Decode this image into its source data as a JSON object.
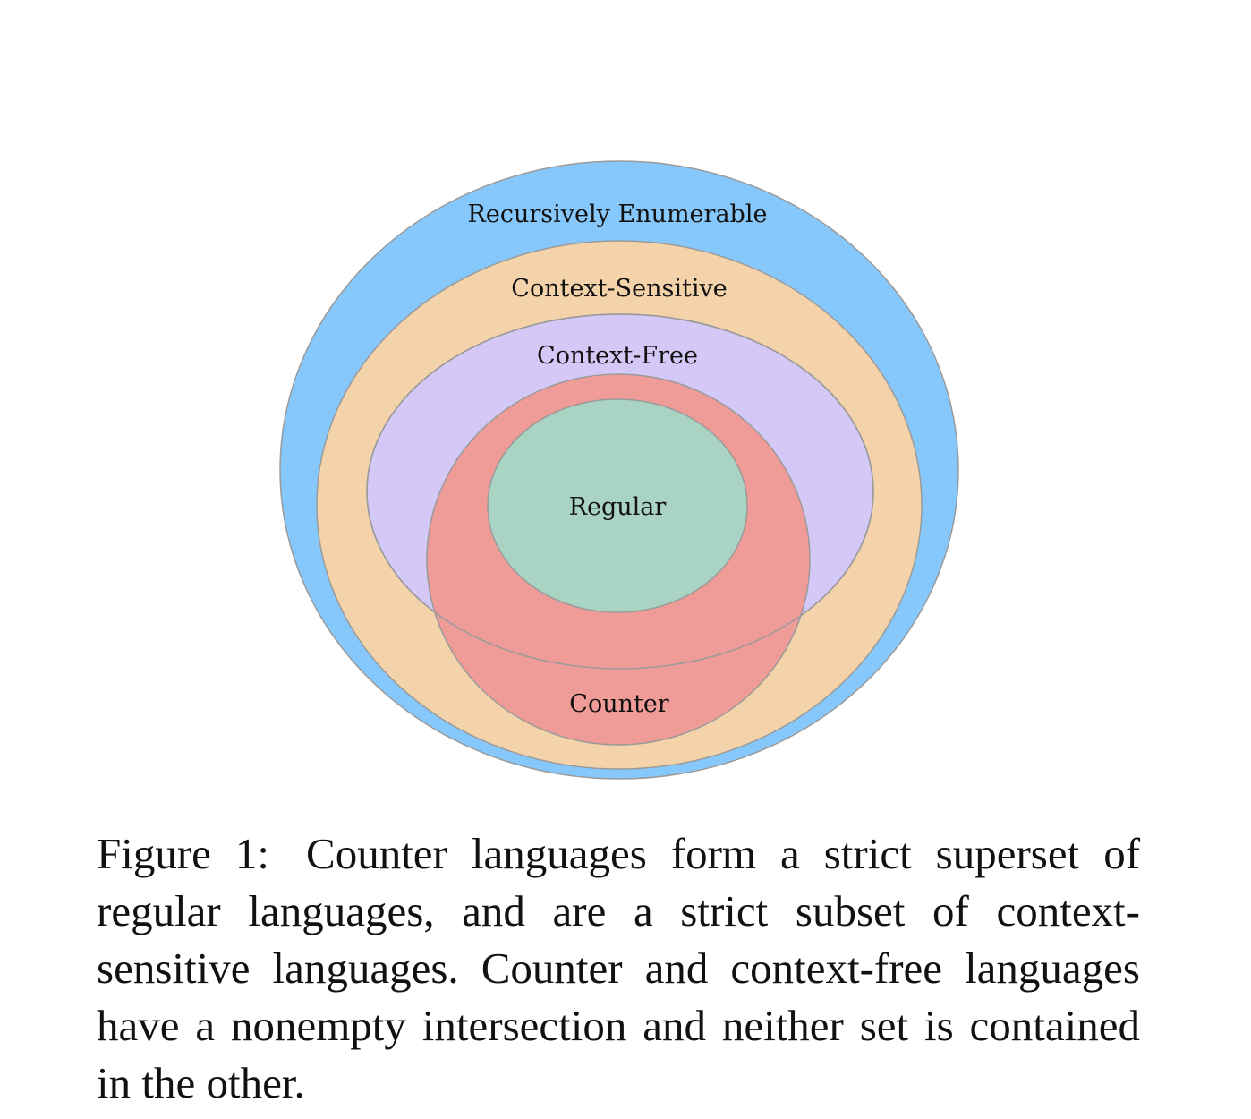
{
  "diagram": {
    "sets": [
      {
        "id": "recursively-enumerable",
        "label": "Recursively Enumerable",
        "color": "#86c8fb"
      },
      {
        "id": "context-sensitive",
        "label": "Context-Sensitive",
        "color": "#f4d3aa"
      },
      {
        "id": "context-free",
        "label": "Context-Free",
        "color": "#d4c8f7"
      },
      {
        "id": "counter",
        "label": "Counter",
        "color": "#ef9c98"
      },
      {
        "id": "regular",
        "label": "Regular",
        "color": "#a9d3c3"
      }
    ],
    "outline_color": "#9a9a9a"
  },
  "caption": {
    "label": "Figure 1:",
    "text": "Counter languages form a strict superset of regular languages, and are a strict subset of context-sensitive languages.  Counter and context-free languages have a nonempty intersection and neither set is contained in the other."
  }
}
